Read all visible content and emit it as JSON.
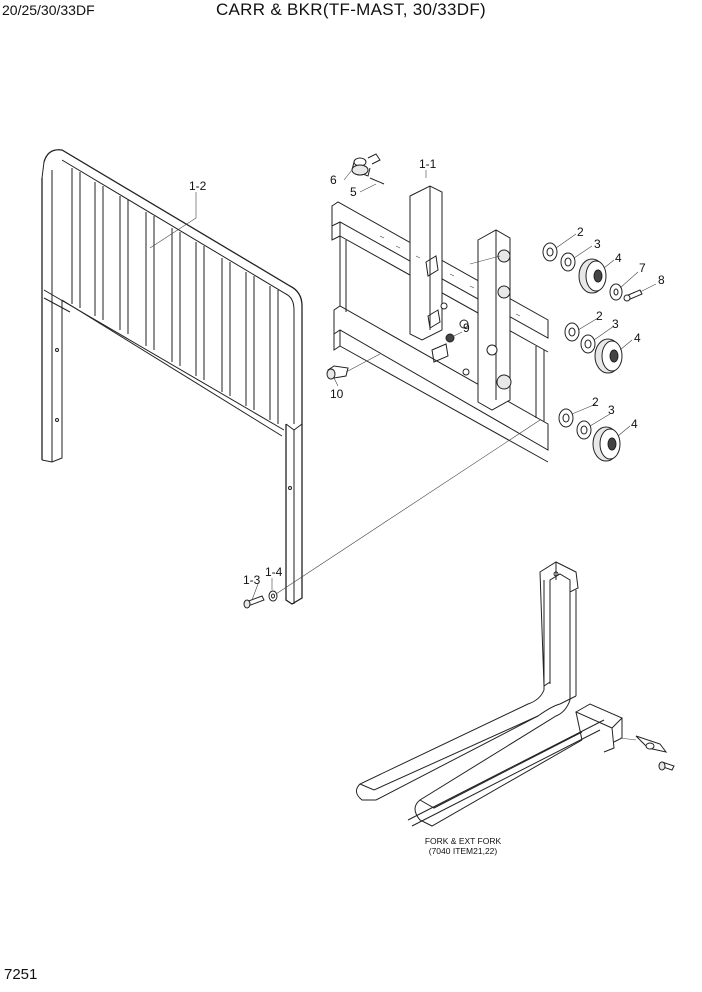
{
  "header": {
    "model": "20/25/30/33DF",
    "title": "CARR & BKR(TF-MAST, 30/33DF)"
  },
  "callouts": {
    "c1_1": "1-1",
    "c1_2": "1-2",
    "c1_3": "1-3",
    "c1_4": "1-4",
    "c2a": "2",
    "c2b": "2",
    "c2c": "2",
    "c3a": "3",
    "c3b": "3",
    "c3c": "3",
    "c4a": "4",
    "c4b": "4",
    "c4c": "4",
    "c5": "5",
    "c6": "6",
    "c7": "7",
    "c8": "8",
    "c9": "9",
    "c10": "10"
  },
  "fork_note": {
    "line1": "FORK & EXT FORK",
    "line2": "(7040 ITEM21,22)"
  },
  "page_number": "7251"
}
